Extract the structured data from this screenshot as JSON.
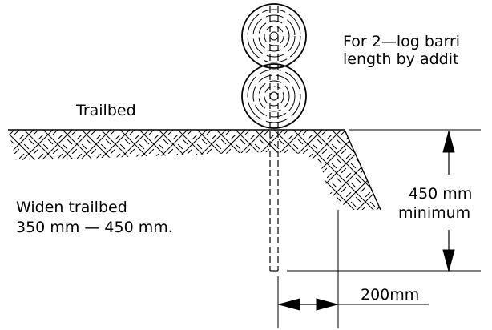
{
  "labels": {
    "note_line1": "For 2—log barri",
    "note_line2": "length by addit",
    "trailbed": "Trailbed",
    "widen_line1": "Widen trailbed",
    "widen_line2": "350 mm — 450 mm.",
    "depth_line1": "450 mm",
    "depth_line2": "minimum",
    "offset": "200mm"
  }
}
